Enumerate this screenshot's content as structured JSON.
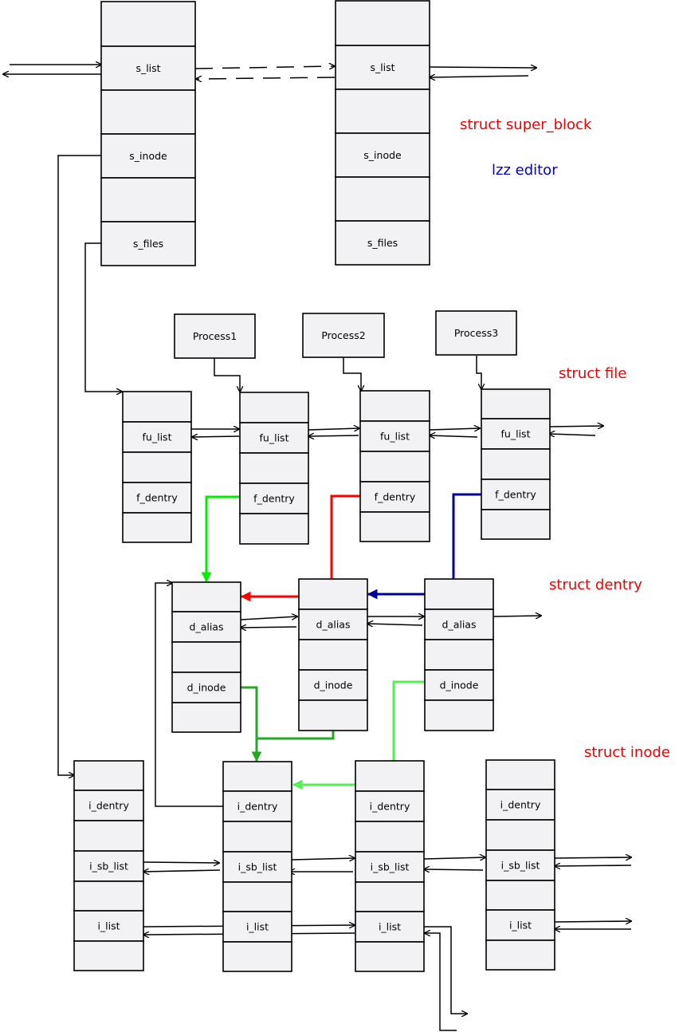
{
  "titles": {
    "super_block": "struct super_block",
    "editor": "lzz editor",
    "file": "struct file",
    "dentry": "struct dentry",
    "inode": "struct inode"
  },
  "super_blocks": [
    {
      "fields": [
        "",
        "s_list",
        "",
        "s_inode",
        "",
        "s_files"
      ]
    },
    {
      "fields": [
        "",
        "s_list",
        "",
        "s_inode",
        "",
        "s_files"
      ]
    }
  ],
  "processes": [
    "Process1",
    "Process2",
    "Process3"
  ],
  "files": [
    {
      "fields": [
        "",
        "fu_list",
        "",
        "f_dentry",
        ""
      ]
    },
    {
      "fields": [
        "",
        "fu_list",
        "",
        "f_dentry",
        ""
      ]
    },
    {
      "fields": [
        "",
        "fu_list",
        "",
        "f_dentry",
        ""
      ]
    },
    {
      "fields": [
        "",
        "fu_list",
        "",
        "f_dentry",
        ""
      ]
    }
  ],
  "dentries": [
    {
      "fields": [
        "",
        "d_alias",
        "",
        "d_inode",
        ""
      ]
    },
    {
      "fields": [
        "",
        "d_alias",
        "",
        "d_inode",
        ""
      ]
    },
    {
      "fields": [
        "",
        "d_alias",
        "",
        "d_inode",
        ""
      ]
    }
  ],
  "inodes": [
    {
      "fields": [
        "",
        "i_dentry",
        "",
        "i_sb_list",
        "",
        "i_list",
        ""
      ]
    },
    {
      "fields": [
        "",
        "i_dentry",
        "",
        "i_sb_list",
        "",
        "i_list",
        ""
      ]
    },
    {
      "fields": [
        "",
        "i_dentry",
        "",
        "i_sb_list",
        "",
        "i_list",
        ""
      ]
    },
    {
      "fields": [
        "",
        "i_dentry",
        "",
        "i_sb_list",
        "",
        "i_list",
        ""
      ]
    }
  ],
  "colors": {
    "title": "#ee0000",
    "editor": "#0000cc",
    "bright_green": "#00ee00",
    "red": "#ff0000",
    "navy": "#000099",
    "dark_green": "#22aa22",
    "light_green": "#55ee55"
  }
}
